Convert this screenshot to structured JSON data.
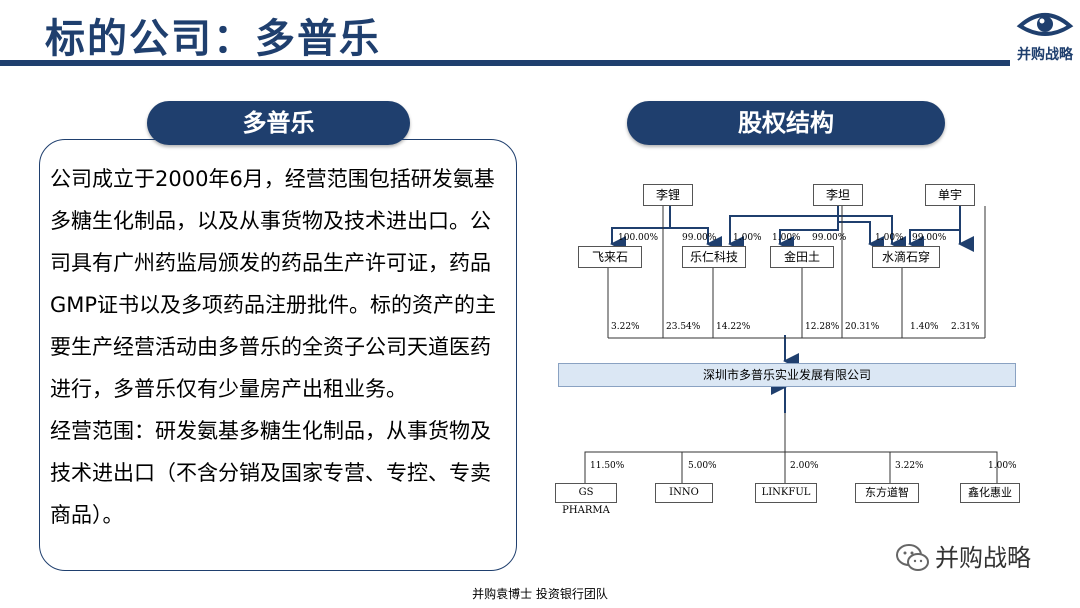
{
  "header": {
    "title": "标的公司：多普乐",
    "logo_text": "并购战略",
    "accent": "#1f3f6e"
  },
  "left": {
    "pill": "多普乐",
    "paragraphs": [
      "公司成立于2000年6月，经营范围包括研发氨基多糖生化制品，以及从事货物及技术进出口。公司具有广州药监局颁发的药品生产许可证，药品GMP证书以及多项药品注册批件。标的资产的主要生产经营活动由多普乐的全资子公司天道医药进行，多普乐仅有少量房产出租业务。",
      "经营范围：研发氨基多糖生化制品，从事货物及技术进出口（不含分销及国家专营、专控、专卖商品）。"
    ]
  },
  "right": {
    "pill": "股权结构",
    "people": [
      "李锂",
      "李坦",
      "单宇"
    ],
    "entities": [
      "飞来石",
      "乐仁科技",
      "金田土",
      "水滴石穿"
    ],
    "company": "深圳市多普乐实业发展有限公司",
    "subsidiaries": [
      "GS PHARMA",
      "INNO",
      "LINKFUL",
      "东方道智",
      "鑫化惠业"
    ],
    "person_to_entity_pct": [
      "100.00%",
      "99.00%",
      "1.00%",
      "1.00%",
      "99.00%",
      "1.00%",
      "99.00%"
    ],
    "to_company_pct": [
      "3.22%",
      "23.54%",
      "14.22%",
      "12.28%",
      "20.31%",
      "1.40%",
      "2.31%"
    ],
    "subsidiary_pct": [
      "11.50%",
      "5.00%",
      "2.00%",
      "3.22%",
      "1.00%"
    ]
  },
  "footer": {
    "text": "并购袁博士 投资银行团队"
  },
  "watermark": {
    "text": "并购战略"
  }
}
